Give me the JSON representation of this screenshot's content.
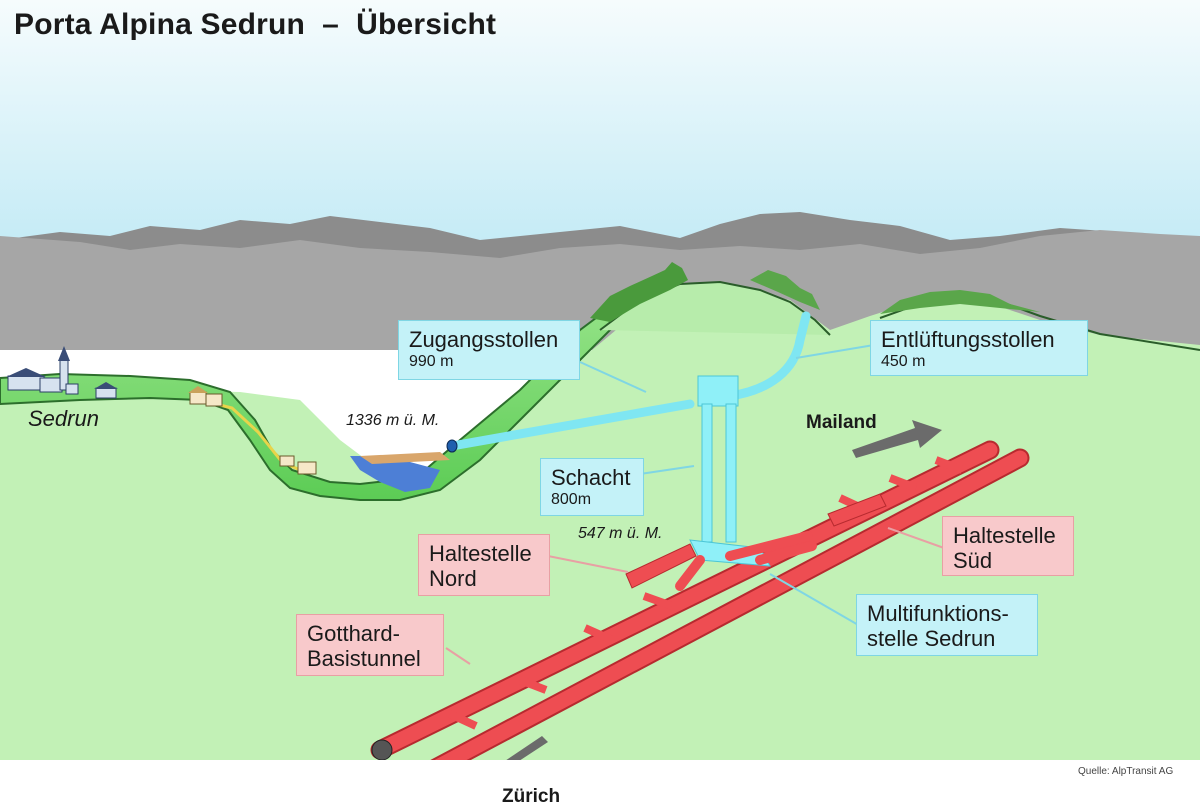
{
  "title": "Porta Alpina Sedrun  –  Übersicht",
  "places": {
    "sedrun": "Sedrun",
    "mailand": "Mailand",
    "zuerich": "Zürich"
  },
  "elevations": {
    "upper": "1336 m ü. M.",
    "lower": "547 m ü. M."
  },
  "labels": {
    "zugangsstollen": {
      "name": "Zugangsstollen",
      "length": "990 m"
    },
    "entlueftungsstollen": {
      "name": "Entlüftungsstollen",
      "length": "450 m"
    },
    "schacht": {
      "name": "Schacht",
      "length": "800m"
    },
    "haltestelle_nord": {
      "line1": "Haltestelle",
      "line2": "Nord"
    },
    "haltestelle_sued": {
      "line1": "Haltestelle",
      "line2": "Süd"
    },
    "multifunktion": {
      "line1": "Multifunktions-",
      "line2": "stelle Sedrun"
    },
    "basistunnel": {
      "line1": "Gotthard-",
      "line2": "Basistunnel"
    }
  },
  "source": "Quelle: AlpTransit AG",
  "colors": {
    "sky_top": "#f4fbfc",
    "sky_bottom": "#bfe9f5",
    "mountain_far": "#8f8f8f",
    "mountain_near": "#a8a8a8",
    "meadow": "#bff0b4",
    "hill_green": "#4fc44a",
    "tunnel_red": "#ec4a4f",
    "shaft_cyan": "#7fe6f2",
    "box_blue": "#c4f2f8",
    "box_red": "#f8c9cb",
    "arrow_gray": "#6b6b6b"
  }
}
